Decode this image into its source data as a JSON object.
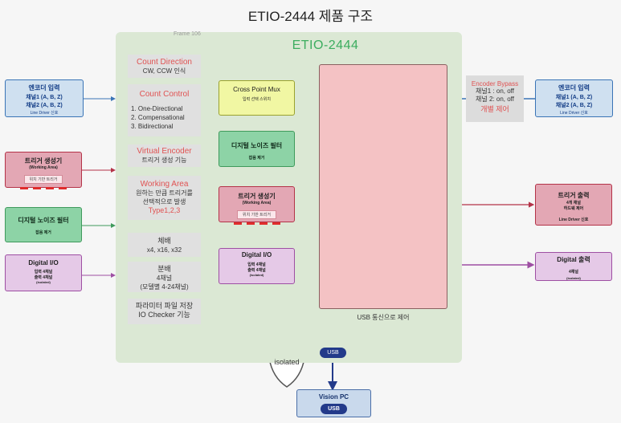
{
  "title": "ETIO-2444 제품 구조",
  "frame": {
    "label": "Frame 106",
    "title": "ETIO-2444"
  },
  "left_inputs": {
    "encoder": {
      "title": "엔코더 입력",
      "line1": "채널1 (A, B, Z)",
      "line2": "채널2 (A, B, Z)",
      "note": "Line Driver 신호"
    },
    "trigger": {
      "title": "트리거 생성기",
      "sub": "(Working Area)",
      "inner": "위치 기반 트리거"
    },
    "noise": {
      "title": "디지털 노이즈 필터",
      "sub": "잡음 제거"
    },
    "dio": {
      "title": "Digital I/O",
      "line1": "입력 4채널",
      "line2": "출력 4채널",
      "note": "(isolated)"
    }
  },
  "features": {
    "count_direction": {
      "head": "Count Direction",
      "text": "CW, CCW 인식"
    },
    "count_control": {
      "head": "Count Control",
      "items": [
        "1. One-Directional",
        "2. Compensational",
        "3. Bidirectional"
      ]
    },
    "virtual_encoder": {
      "head": "Virtual Encoder",
      "text": "트리거 생성 기능"
    },
    "working_area": {
      "head": "Working Area",
      "text1": "원하는 만큼 트리거를",
      "text2": "선택적으로 발생",
      "types": "Type1,2,3"
    },
    "multiply": {
      "head": "체배",
      "text": "x4, x16, x32"
    },
    "divide": {
      "head": "분배",
      "text1": "4채널",
      "text2": "(모델별 4-24채널)"
    },
    "param": {
      "line1": "파라미터 파일 저장",
      "line2": "IO Checker 기능"
    }
  },
  "inner_blocks": {
    "mux": {
      "title": "Cross Point Mux",
      "sub": "입력 선택 스위치"
    },
    "noise": {
      "title": "디지털 노이즈 필터",
      "sub": "잡음 제거"
    },
    "trigger": {
      "title": "트리거 생성기",
      "sub": "(Working Area)",
      "inner": "위치 기반 트리거"
    },
    "dio": {
      "title": "Digital I/O",
      "line1": "입력 4채널",
      "line2": "출력 4채널",
      "note": "(isolated)"
    }
  },
  "usb_area_text": "USB 통신으로 제어",
  "bypass": {
    "head": "Encoder Bypass",
    "line1": "채널1 : on, off",
    "line2": "채널 2: on, off",
    "control": "개별 제어"
  },
  "right_outputs": {
    "encoder": {
      "title": "엔코더 입력",
      "line1": "채널1 (A, B, Z)",
      "line2": "채널2 (A, B, Z)",
      "note": "Line Driver 신호"
    },
    "trigger": {
      "title": "트리거 출력",
      "line1": "4개 채널",
      "line2": "하드웨 제어",
      "note": "Line Driver 신호"
    },
    "dio": {
      "title": "Digital 출력",
      "line1": "4채널",
      "note": "(isolated)"
    }
  },
  "isolated": "isolated",
  "usb_top": "USB",
  "vision_pc": {
    "title": "Vision PC",
    "usb": "USB"
  },
  "colors": {
    "encoder": "#3a74b6",
    "trigger": "#b43348",
    "noise": "#3f9a5c",
    "dio": "#9e4fa3",
    "usb": "#233a8a",
    "accent_green": "#3cad5f"
  }
}
